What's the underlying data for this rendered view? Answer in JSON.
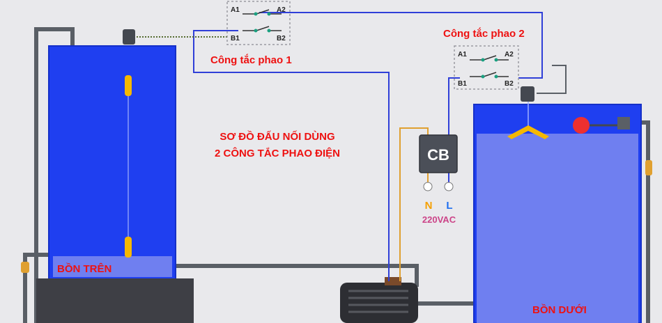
{
  "labels": {
    "switch1_title": "Công tắc phao 1",
    "switch2_title": "Công tắc phao 2",
    "diagram_title_line1": "SƠ ĐỒ ĐẤU NỐI DÙNG",
    "diagram_title_line2": "2 CÔNG TẮC PHAO ĐIỆN",
    "upper_tank": "BỒN TRÊN",
    "lower_tank": "BỒN DƯỚI",
    "breaker": "CB",
    "neutral": "N",
    "live": "L",
    "voltage": "220VAC"
  },
  "switch1": {
    "a1": "A1",
    "a2": "A2",
    "b1": "B1",
    "b2": "B2"
  },
  "switch2": {
    "a1": "A1",
    "a2": "A2",
    "b1": "B1",
    "b2": "B2"
  },
  "colors": {
    "background": "#e9e9ec",
    "wire_blue": "#2f3fd8",
    "wire_orange": "#e0a030",
    "upper_tank": "#1f3ff0",
    "lower_tank": "#6f7ff0",
    "float": "#f5b800",
    "label_red": "#ee1111",
    "pipe": "#5a5f66",
    "cb_box": "#4b4f58",
    "neutral_text": "#f5a000",
    "live_text": "#1f6ff0",
    "voltage_text": "#cc4488"
  }
}
